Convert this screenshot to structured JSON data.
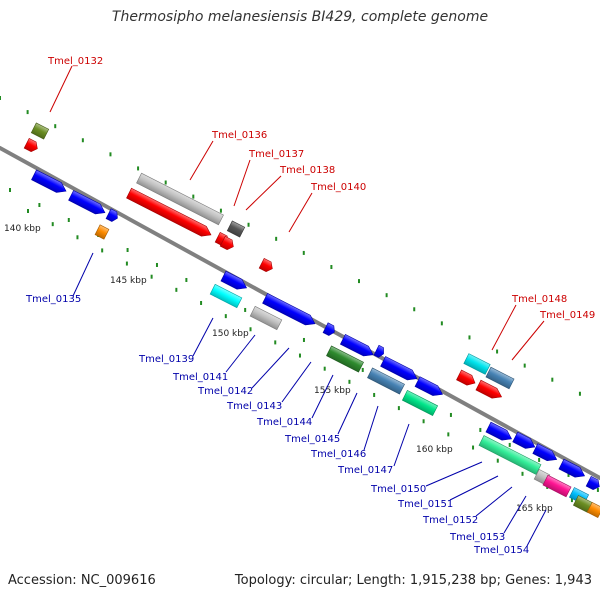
{
  "title": "Thermosipho melanesiensis BI429, complete genome",
  "footer": {
    "accession": "Accession: NC_009616",
    "topology": "Topology: circular; Length: 1,915,238 bp; Genes: 1,943"
  },
  "colors": {
    "backbone": "#808080",
    "tick": "#228B22",
    "forward_label": "#cc0000",
    "reverse_label": "#0000aa"
  },
  "kbp_labels": [
    "140 kbp",
    "145 kbp",
    "150 kbp",
    "155 kbp",
    "160 kbp",
    "165 kbp"
  ],
  "forward_labels": [
    "Tmel_0132",
    "Tmel_0136",
    "Tmel_0137",
    "Tmel_0138",
    "Tmel_0140",
    "Tmel_0148",
    "Tmel_0149"
  ],
  "reverse_labels": [
    "Tmel_0135",
    "Tmel_0139",
    "Tmel_0141",
    "Tmel_0142",
    "Tmel_0143",
    "Tmel_0144",
    "Tmel_0145",
    "Tmel_0146",
    "Tmel_0147",
    "Tmel_0150",
    "Tmel_0151",
    "Tmel_0152",
    "Tmel_0153",
    "Tmel_0154"
  ]
}
